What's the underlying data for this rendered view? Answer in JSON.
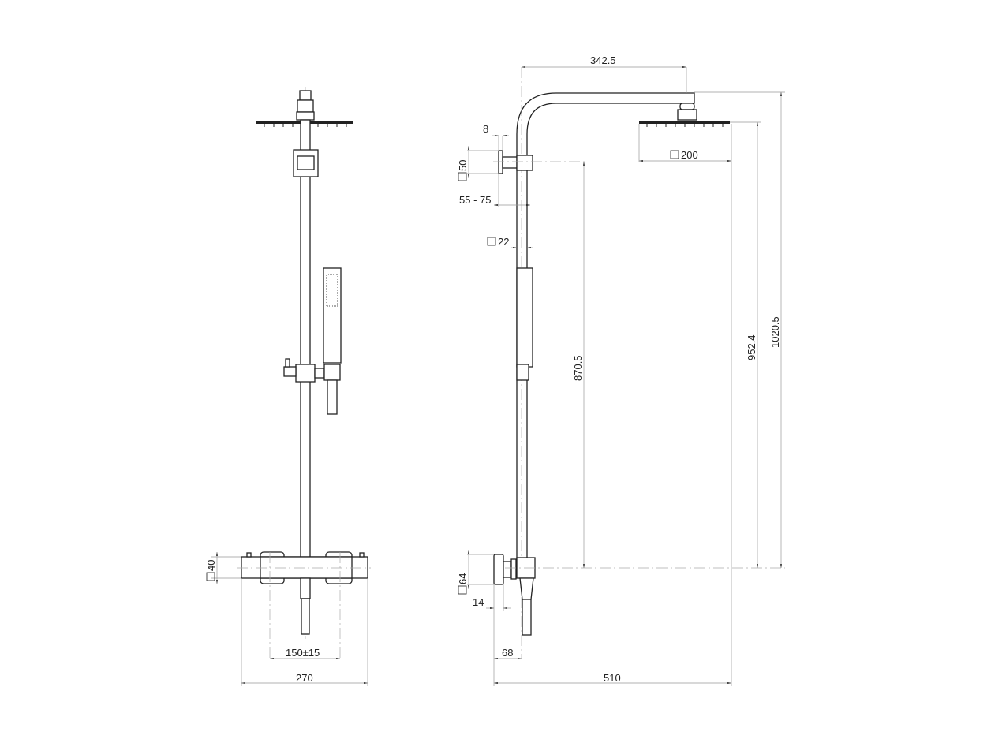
{
  "dimensions": {
    "arm_length": "342.5",
    "flange_thickness": "8",
    "flange_size": "50",
    "wall_offset": "55 - 75",
    "rail_size": "22",
    "head_size": "200",
    "rail_height": "870.5",
    "head_height": "952.4",
    "total_height": "1020.5",
    "mixer_size": "40",
    "inlet_centers": "150±15",
    "mixer_width": "270",
    "valve_size": "64",
    "valve_flange": "14",
    "valve_depth": "68",
    "total_depth": "510"
  },
  "colors": {
    "line": "#222222",
    "dimension": "#999999"
  }
}
